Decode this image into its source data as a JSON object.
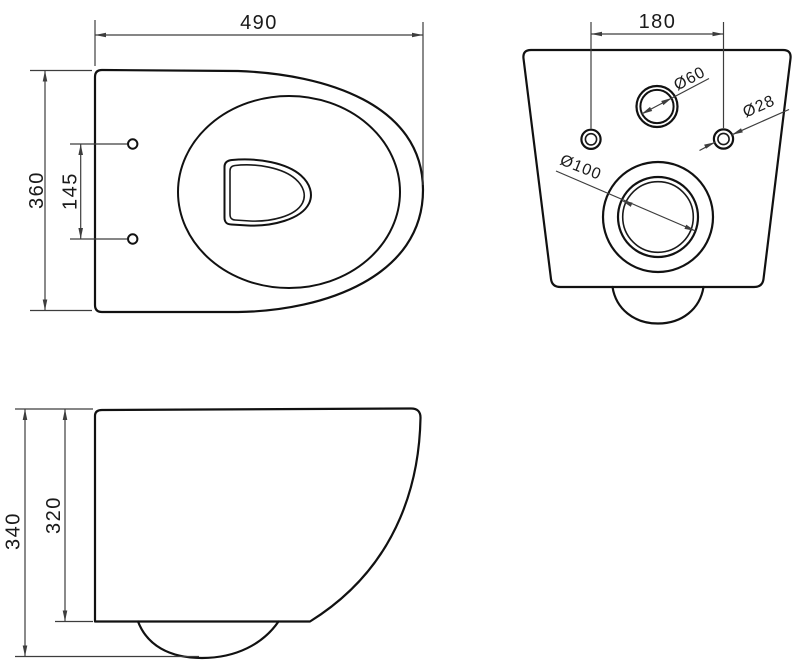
{
  "drawing": {
    "type": "technical-drawing",
    "subject": "wall-hung-toilet three-view dimensional drawing",
    "colors": {
      "background": "#ffffff",
      "outline": "#111111",
      "dimension_lines": "#3d3d3d",
      "text": "#1a1a1a"
    }
  },
  "dimensions": {
    "top_view": {
      "width": "490",
      "depth": "360",
      "hole_spacing": "145"
    },
    "back_view": {
      "fixing_centers": "180",
      "inlet_diameter": "Ø60",
      "fixing_hole_diameter": "Ø28",
      "outlet_diameter": "Ø100"
    },
    "side_view": {
      "overall_height": "340",
      "body_height": "320"
    }
  }
}
